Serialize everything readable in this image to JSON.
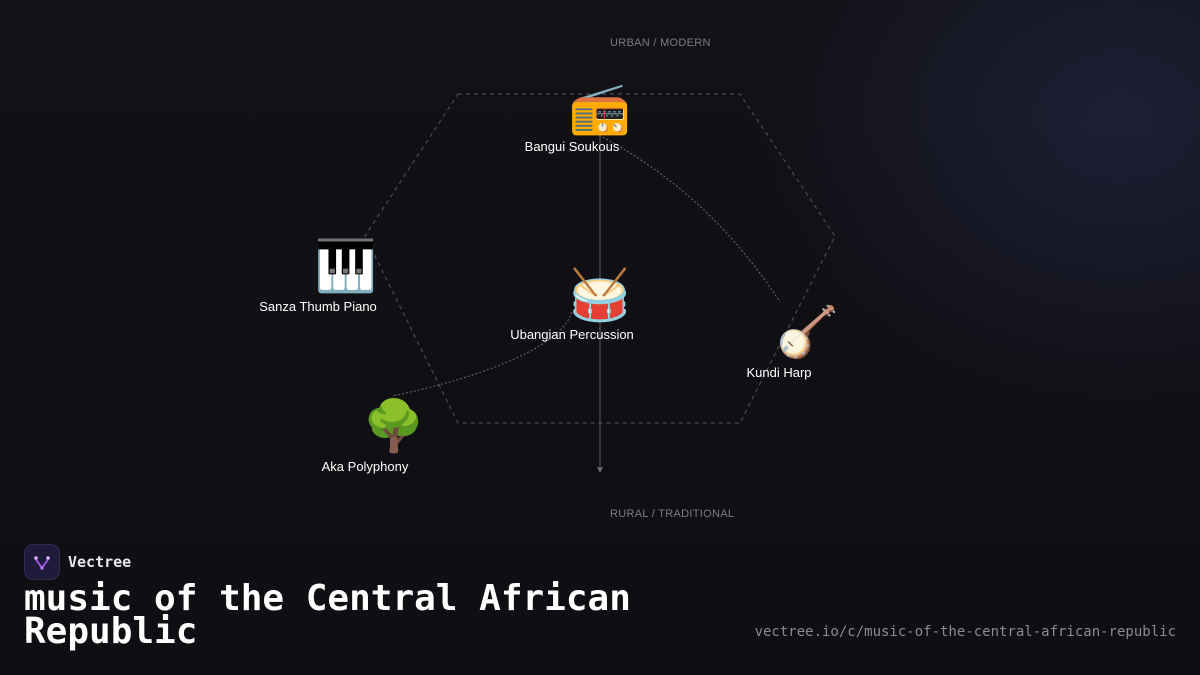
{
  "axes": {
    "top": "URBAN / MODERN",
    "bottom": "RURAL / TRADITIONAL"
  },
  "nodes": [
    {
      "id": "bangui",
      "label": "Bangui Soukous",
      "icon": "radio-icon",
      "glyph": "📻"
    },
    {
      "id": "sanza",
      "label": "Sanza Thumb Piano",
      "icon": "piano-icon",
      "glyph": "🎹"
    },
    {
      "id": "ubangian",
      "label": "Ubangian Percussion",
      "icon": "drum-icon",
      "glyph": "🥁"
    },
    {
      "id": "kundi",
      "label": "Kundi Harp",
      "icon": "banjo-icon",
      "glyph": "🪕"
    },
    {
      "id": "aka",
      "label": "Aka Polyphony",
      "icon": "tree-icon",
      "glyph": "🌳"
    }
  ],
  "brand": {
    "name": "Vectree",
    "icon": "vectree-logo-icon",
    "accent": "#a855f7"
  },
  "title": "music of the Central African Republic",
  "url": "vectree.io/c/music-of-the-central-african-republic"
}
